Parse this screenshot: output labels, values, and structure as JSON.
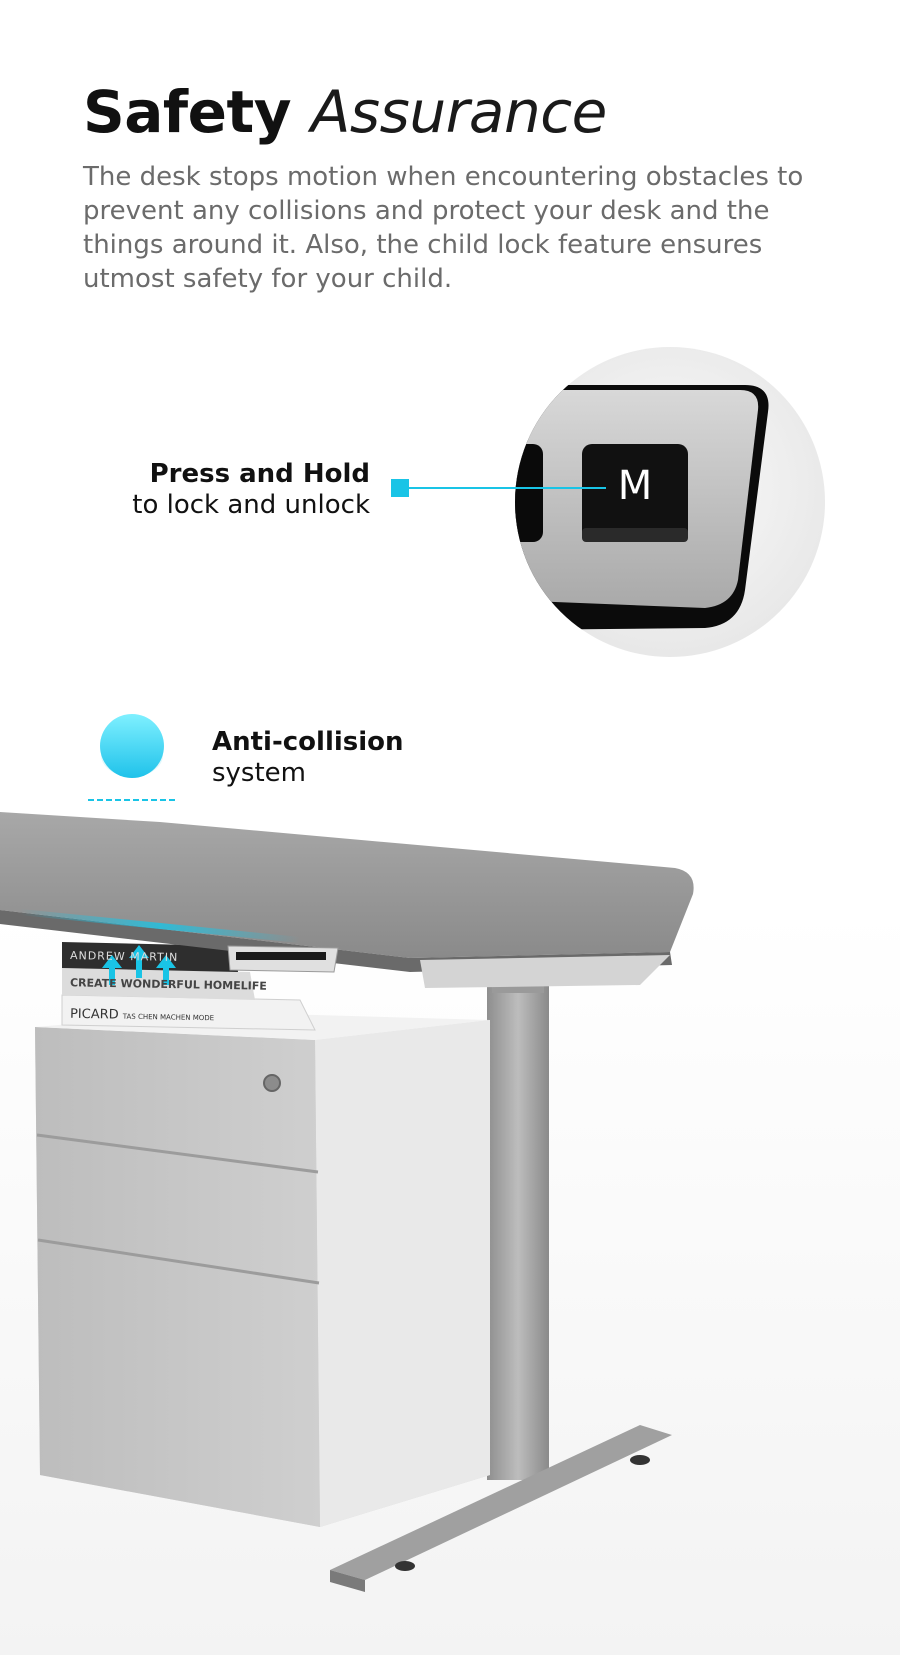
{
  "header": {
    "title_bold": "Safety",
    "title_light": "Assurance",
    "description": "The desk stops motion when encountering obstacles to prevent any collisions and protect your desk and the things around it. Also, the child lock feature ensures utmost safety for your child."
  },
  "lock_callout": {
    "heading": "Press and Hold",
    "subtext": "to lock and unlock",
    "key_label": "M"
  },
  "collision_callout": {
    "heading": "Anti-collision",
    "subtext": "system"
  },
  "colors": {
    "accent": "#19c4e6",
    "desk_top": "#8c8c8c",
    "cabinet": "#c2c2c2"
  },
  "books": {
    "top_spine": "ANDREW MARTIN",
    "middle_spine": "CREATE WONDERFUL HOMELIFE",
    "bottom_spine": "PICARD",
    "bottom_spine_sub": "TAS CHEN MACHEN MODE"
  }
}
